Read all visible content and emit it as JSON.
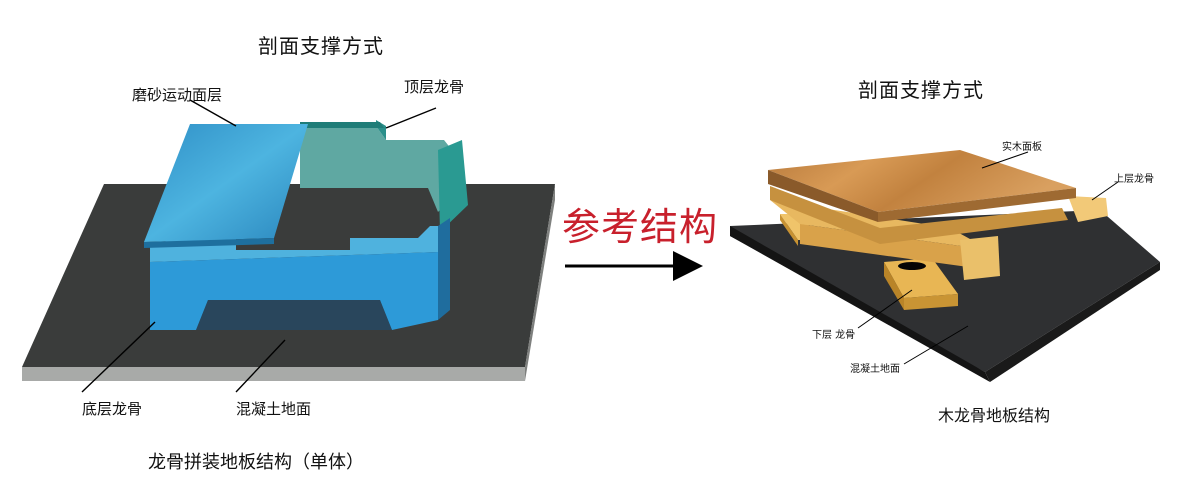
{
  "left": {
    "title": "剖面支撑方式",
    "labels": {
      "surface": "磨砂运动面层",
      "top_keel": "顶层龙骨",
      "bottom_keel": "底层龙骨",
      "concrete": "混凝土地面"
    },
    "caption": "龙骨拼装地板结构（单体）"
  },
  "center": {
    "reference": "参考结构"
  },
  "right": {
    "title": "剖面支撑方式",
    "labels": {
      "solid_wood": "实木面板",
      "upper_keel": "上层龙骨",
      "lower_keel": "下层 龙骨",
      "concrete": "混凝土地面"
    },
    "caption": "木龙骨地板结构"
  },
  "colors": {
    "ground_top": "#3a3c3b",
    "ground_side": "#a8aaa8",
    "keel_blue": "#2996d6",
    "keel_teal": "#2a9a92",
    "surface_blue": "#3aa8d8",
    "wood_panel": "#c98a45",
    "wood_keel": "#e3b35a",
    "arrow_red": "#c8202c"
  }
}
